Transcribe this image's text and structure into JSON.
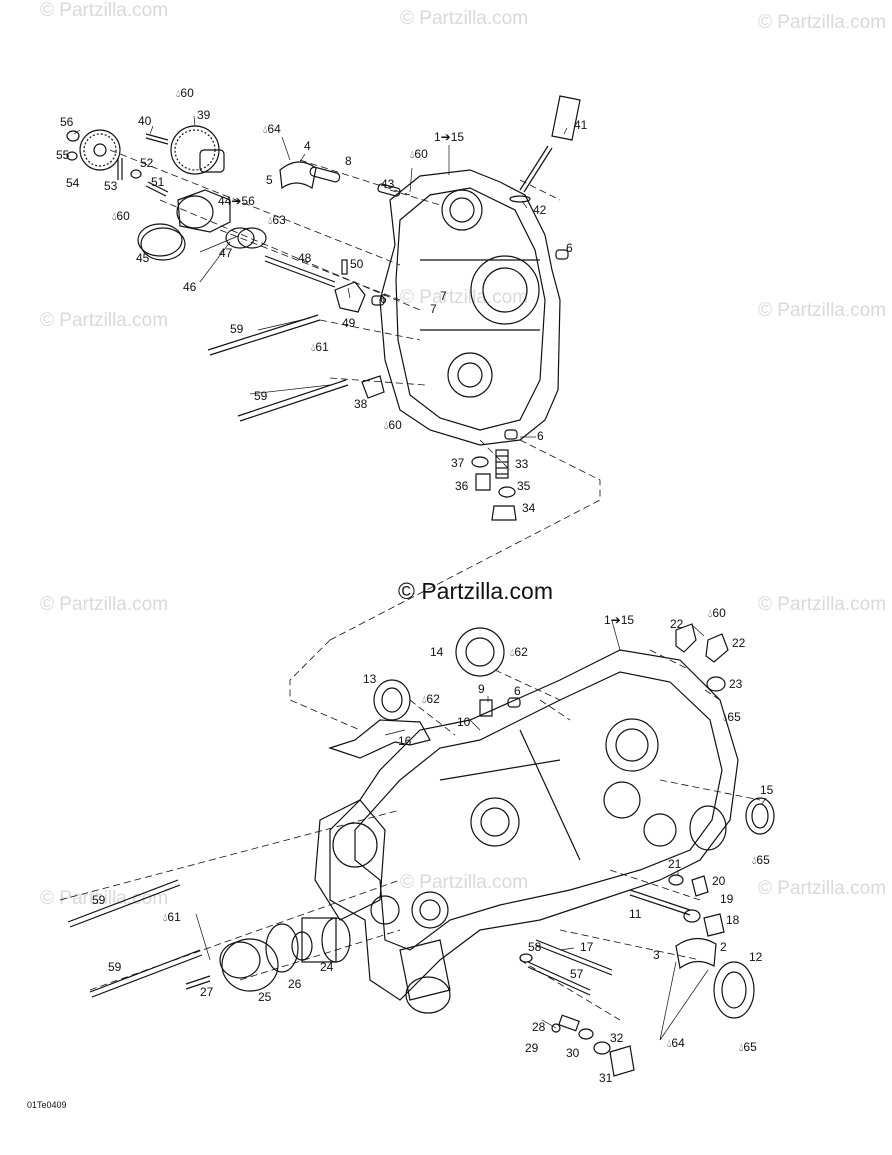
{
  "watermark": "© Partzilla.com",
  "credit": "© Partzilla.com",
  "diagram_code": "01Te0409",
  "drop_icon": "drop-icon",
  "callouts": [
    {
      "id": "56",
      "drop": false
    },
    {
      "id": "55",
      "drop": false
    },
    {
      "id": "54",
      "drop": false
    },
    {
      "id": "40",
      "drop": false
    },
    {
      "id": "39",
      "drop": false
    },
    {
      "id": "60",
      "drop": true
    },
    {
      "id": "53",
      "drop": false
    },
    {
      "id": "52",
      "drop": false
    },
    {
      "id": "51",
      "drop": false
    },
    {
      "id": "60",
      "drop": true
    },
    {
      "id": "45",
      "drop": false
    },
    {
      "id": "64",
      "drop": true
    },
    {
      "id": "4",
      "drop": false
    },
    {
      "id": "5",
      "drop": false
    },
    {
      "id": "8",
      "drop": false
    },
    {
      "id": "60",
      "drop": true
    },
    {
      "id": "1➔15",
      "drop": false
    },
    {
      "id": "43",
      "drop": false
    },
    {
      "id": "41",
      "drop": false
    },
    {
      "id": "42",
      "drop": false
    },
    {
      "id": "44➔56",
      "drop": false
    },
    {
      "id": "63",
      "drop": true
    },
    {
      "id": "47",
      "drop": false
    },
    {
      "id": "46",
      "drop": false
    },
    {
      "id": "48",
      "drop": false
    },
    {
      "id": "50",
      "drop": false
    },
    {
      "id": "7",
      "drop": false
    },
    {
      "id": "6",
      "drop": false
    },
    {
      "id": "6",
      "drop": false
    },
    {
      "id": "49",
      "drop": false
    },
    {
      "id": "7",
      "drop": false
    },
    {
      "id": "59",
      "drop": false
    },
    {
      "id": "61",
      "drop": true
    },
    {
      "id": "59",
      "drop": false
    },
    {
      "id": "38",
      "drop": false
    },
    {
      "id": "60",
      "drop": true
    },
    {
      "id": "6",
      "drop": false
    },
    {
      "id": "37",
      "drop": false
    },
    {
      "id": "33",
      "drop": false
    },
    {
      "id": "36",
      "drop": false
    },
    {
      "id": "35",
      "drop": false
    },
    {
      "id": "34",
      "drop": false
    },
    {
      "id": "1➔15",
      "drop": false
    },
    {
      "id": "22",
      "drop": false
    },
    {
      "id": "60",
      "drop": true
    },
    {
      "id": "22",
      "drop": false
    },
    {
      "id": "14",
      "drop": false
    },
    {
      "id": "62",
      "drop": true
    },
    {
      "id": "23",
      "drop": false
    },
    {
      "id": "65",
      "drop": true
    },
    {
      "id": "13",
      "drop": false
    },
    {
      "id": "62",
      "drop": true
    },
    {
      "id": "9",
      "drop": false
    },
    {
      "id": "6",
      "drop": false
    },
    {
      "id": "10",
      "drop": false
    },
    {
      "id": "16",
      "drop": false
    },
    {
      "id": "15",
      "drop": false
    },
    {
      "id": "65",
      "drop": true
    },
    {
      "id": "21",
      "drop": false
    },
    {
      "id": "20",
      "drop": false
    },
    {
      "id": "19",
      "drop": false
    },
    {
      "id": "11",
      "drop": false
    },
    {
      "id": "18",
      "drop": false
    },
    {
      "id": "59",
      "drop": false
    },
    {
      "id": "61",
      "drop": true
    },
    {
      "id": "3",
      "drop": false
    },
    {
      "id": "2",
      "drop": false
    },
    {
      "id": "12",
      "drop": false
    },
    {
      "id": "59",
      "drop": false
    },
    {
      "id": "24",
      "drop": false
    },
    {
      "id": "58",
      "drop": false
    },
    {
      "id": "17",
      "drop": false
    },
    {
      "id": "27",
      "drop": false
    },
    {
      "id": "25",
      "drop": false
    },
    {
      "id": "26",
      "drop": false
    },
    {
      "id": "57",
      "drop": false
    },
    {
      "id": "28",
      "drop": false
    },
    {
      "id": "32",
      "drop": false
    },
    {
      "id": "29",
      "drop": false
    },
    {
      "id": "30",
      "drop": false
    },
    {
      "id": "64",
      "drop": true
    },
    {
      "id": "65",
      "drop": true
    },
    {
      "id": "31",
      "drop": false
    }
  ]
}
